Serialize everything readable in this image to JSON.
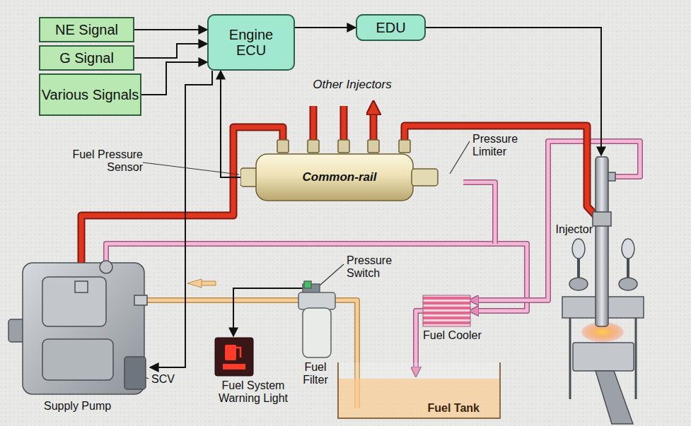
{
  "diagram": {
    "nodes": [
      {
        "text": [
          "NE Signal"
        ]
      },
      {
        "text": [
          "G Signal"
        ]
      },
      {
        "text": [
          "Various Signals"
        ]
      },
      {
        "text": [
          "Engine ECU"
        ]
      },
      {
        "text": [
          "EDU"
        ]
      },
      {
        "text": [
          "Common-rail"
        ]
      },
      {
        "text": [
          "Fuel Tank"
        ]
      }
    ],
    "edges": [
      {
        "from": 0,
        "to": 3,
        "arrow": "to"
      },
      {
        "from": 1,
        "to": 3,
        "arrow": "to"
      },
      {
        "from": 2,
        "to": 3,
        "arrow": "to"
      },
      {
        "from": 3,
        "to": 4,
        "arrow": "to"
      },
      {
        "from": 5,
        "to": 3,
        "arrow": "to"
      }
    ],
    "labels": [
      "Other Injectors",
      "Fuel Pressure Sensor",
      "Pressure Limiter",
      "Injector",
      "Pressure Switch",
      "Supply Pump",
      "SCV",
      "Fuel System Warning Light",
      "Fuel Filter",
      "Fuel Cooler"
    ]
  }
}
